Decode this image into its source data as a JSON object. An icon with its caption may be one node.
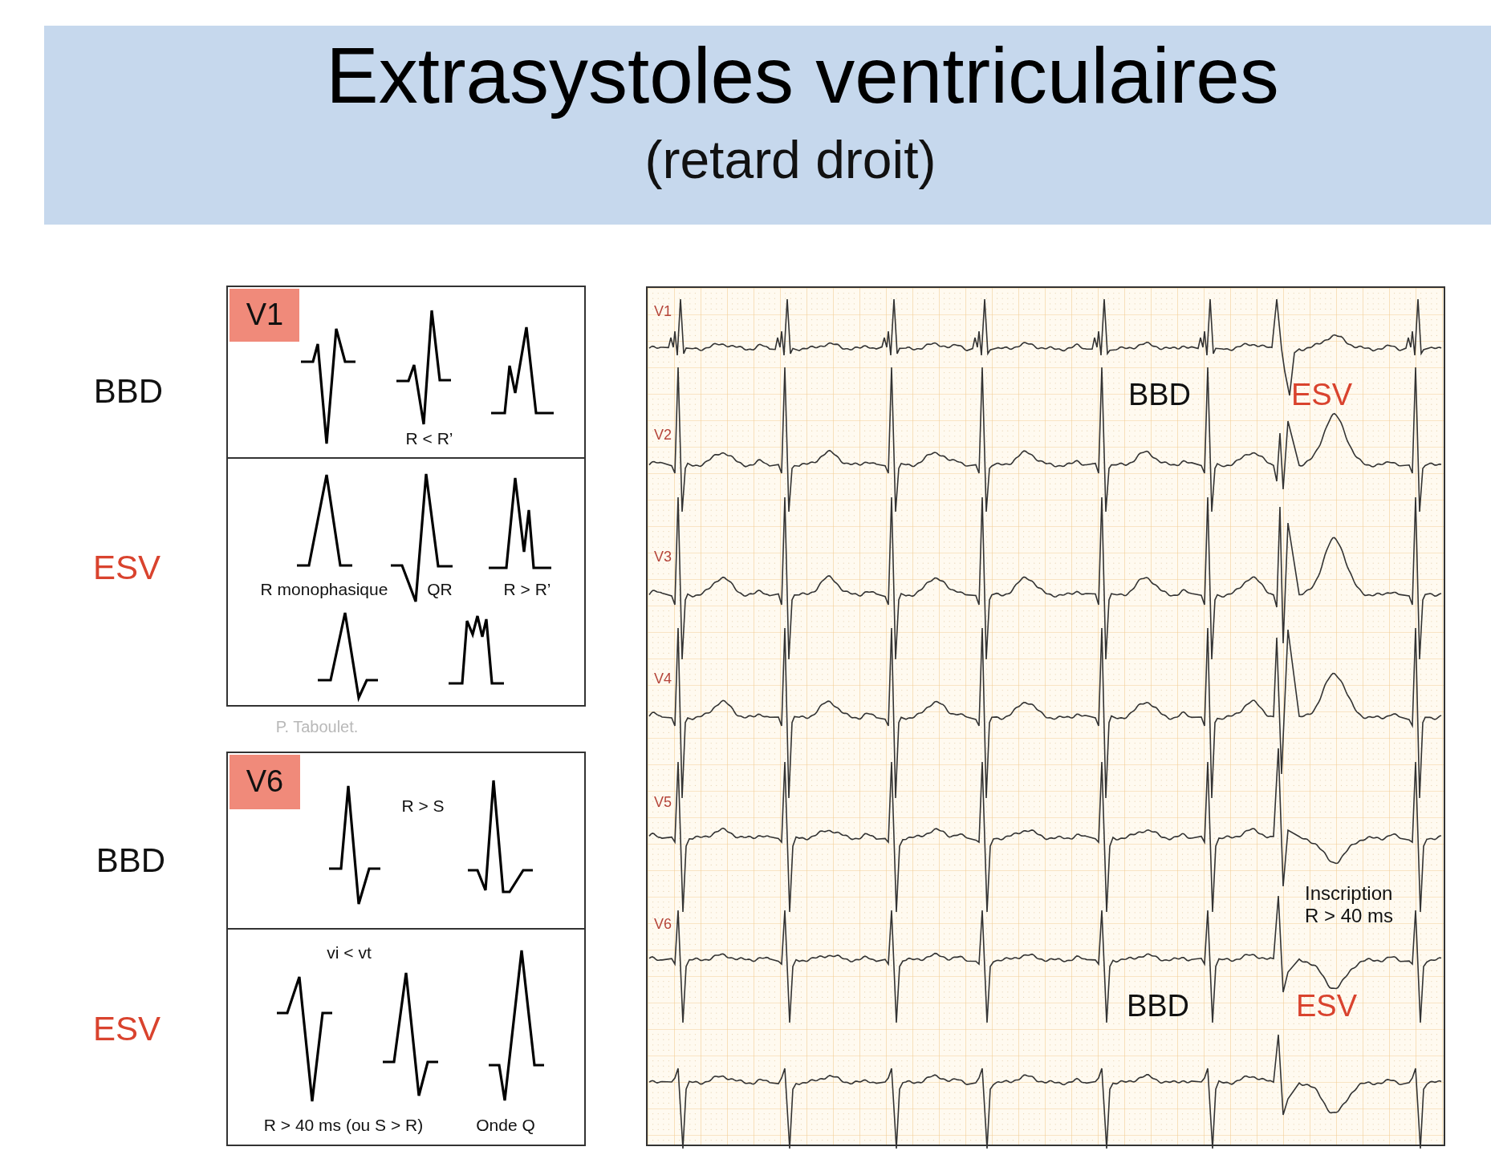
{
  "diagram": {
    "title": "Extrasystoles ventriculaires",
    "nodes": [
      {
        "text": [
          "R < R’"
        ]
      },
      {
        "text": [
          "V1"
        ],
        "in": 0
      },
      {
        "text": [
          "R monophasique",
          "QR",
          "R > R’"
        ]
      },
      {
        "text": [
          "R > S"
        ]
      },
      {
        "text": [
          "V6"
        ],
        "in": 3
      },
      {
        "text": [
          "vi  < vt",
          "R > 40 ms (ou S > R)",
          "Onde Q"
        ]
      },
      {
        "text": [
          "V1",
          "V2",
          "V3",
          "V4",
          "V5",
          "V6",
          "BBD",
          "ESV",
          "Inscription R > 40 ms",
          "BBD",
          "ESV"
        ]
      }
    ],
    "labels": [
      "(retard droit)",
      "BBD",
      "ESV",
      "P. Taboulet.",
      "BBD",
      "ESV"
    ]
  }
}
